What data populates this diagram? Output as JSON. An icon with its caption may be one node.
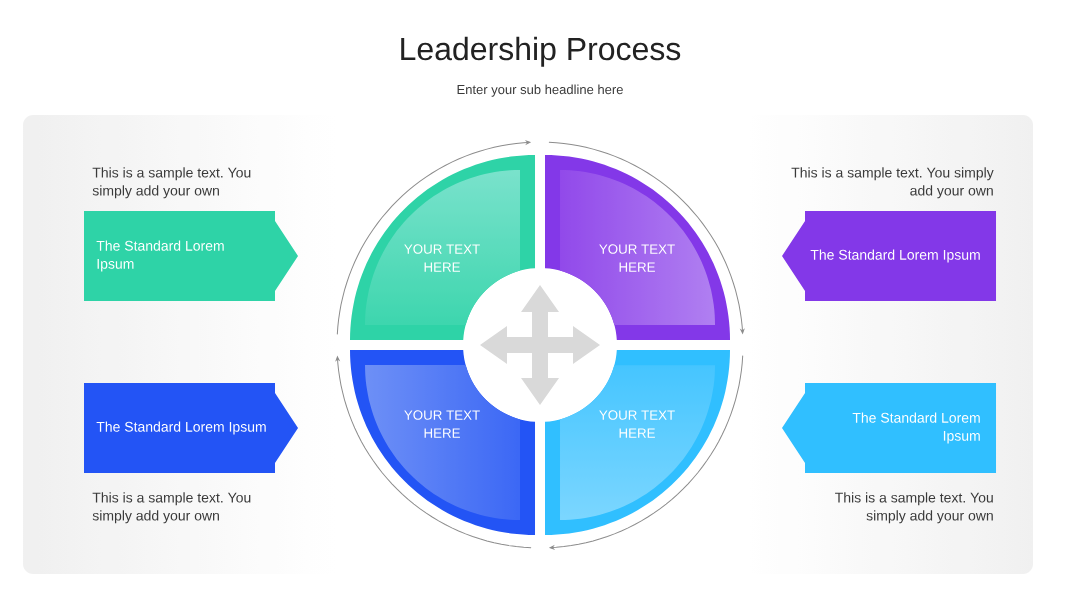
{
  "diagram": {
    "title": "Leadership Process",
    "nodes": [
      {
        "text": [
          "The Standard Lorem Ipsum"
        ],
        "beside": [
          "This is a sample text. You simply add your own"
        ]
      },
      {
        "text": [
          "YOUR TEXT HERE"
        ]
      },
      {
        "text": [
          "YOUR TEXT HERE"
        ]
      },
      {
        "text": [
          "The Standard Lorem Ipsum"
        ],
        "beside": [
          "This is a sample text. You simply add your own"
        ]
      },
      {
        "text": [
          "The Standard Lorem Ipsum"
        ],
        "beside": [
          "This is a sample text. You simply add your own"
        ]
      },
      {
        "text": [
          "YOUR TEXT HERE"
        ]
      },
      {
        "text": [
          "YOUR TEXT HERE"
        ]
      },
      {
        "text": [
          "The Standard Lorem Ipsum"
        ],
        "beside": [
          "This is a sample text. You simply add your own"
        ]
      }
    ],
    "labels": [
      "Enter your sub headline here"
    ]
  }
}
